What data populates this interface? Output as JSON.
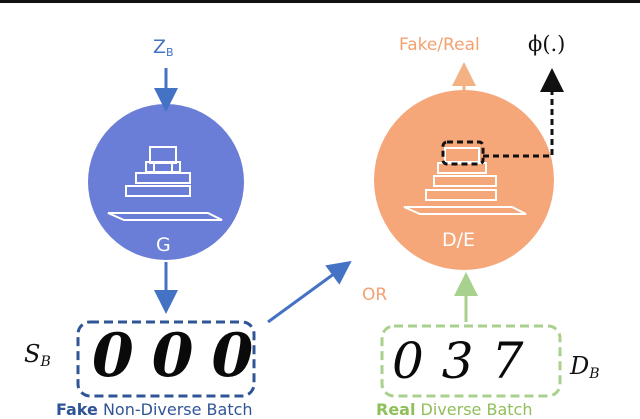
{
  "generator": {
    "input_label_main": "Z",
    "input_label_sub": "B",
    "label": "G",
    "color": "#6a7ed8"
  },
  "discriminator": {
    "output_label": "Fake/Real",
    "feature_label": "ϕ(.)",
    "label": "D/E",
    "color": "#f5a77a"
  },
  "or_label": "OR",
  "fake_batch": {
    "symbol_main": "S",
    "symbol_sub": "B",
    "digits": "000",
    "caption_bold": "Fake",
    "caption_rest": " Non-Diverse Batch",
    "border_color": "#2f5597"
  },
  "real_batch": {
    "symbol_main": "D",
    "symbol_sub": "B",
    "digits": "037",
    "caption_bold": "Real",
    "caption_rest": " Diverse Batch",
    "border_color": "#a9d18e"
  },
  "colors": {
    "blue_arrow": "#4472c4",
    "orange_arrow": "#f4b183",
    "green_arrow": "#a9d18e"
  }
}
